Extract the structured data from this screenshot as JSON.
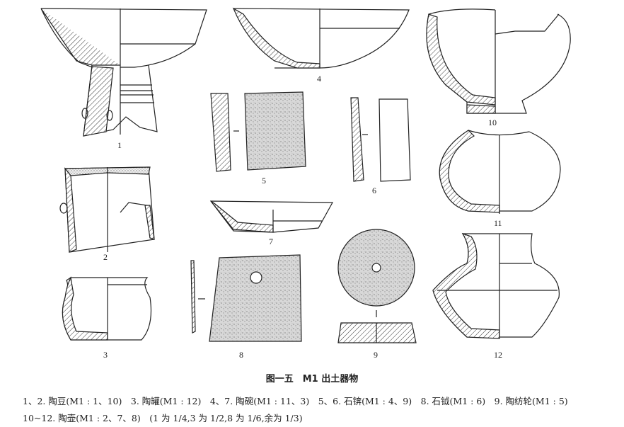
{
  "figure": {
    "caption": "图一五　M1 出土器物",
    "legend_line1": "1、2. 陶豆(M1 : 1、10)　3. 陶罐(M1 : 12)　4、7. 陶碗(M1 : 11、3)　5、6. 石锛(M1 : 4、9)　8. 石钺(M1 : 6)　9. 陶纺轮(M1 : 5)",
    "legend_line2": "10~12. 陶壶(M1 : 2、7、8)　(1 为 1/4,3 为 1/2,8 为 1/6,余为 1/3)",
    "labels": {
      "n1": "1",
      "n2": "2",
      "n3": "3",
      "n4": "4",
      "n5": "5",
      "n6": "6",
      "n7": "7",
      "n8": "8",
      "n9": "9",
      "n10": "10",
      "n11": "11",
      "n12": "12"
    }
  }
}
